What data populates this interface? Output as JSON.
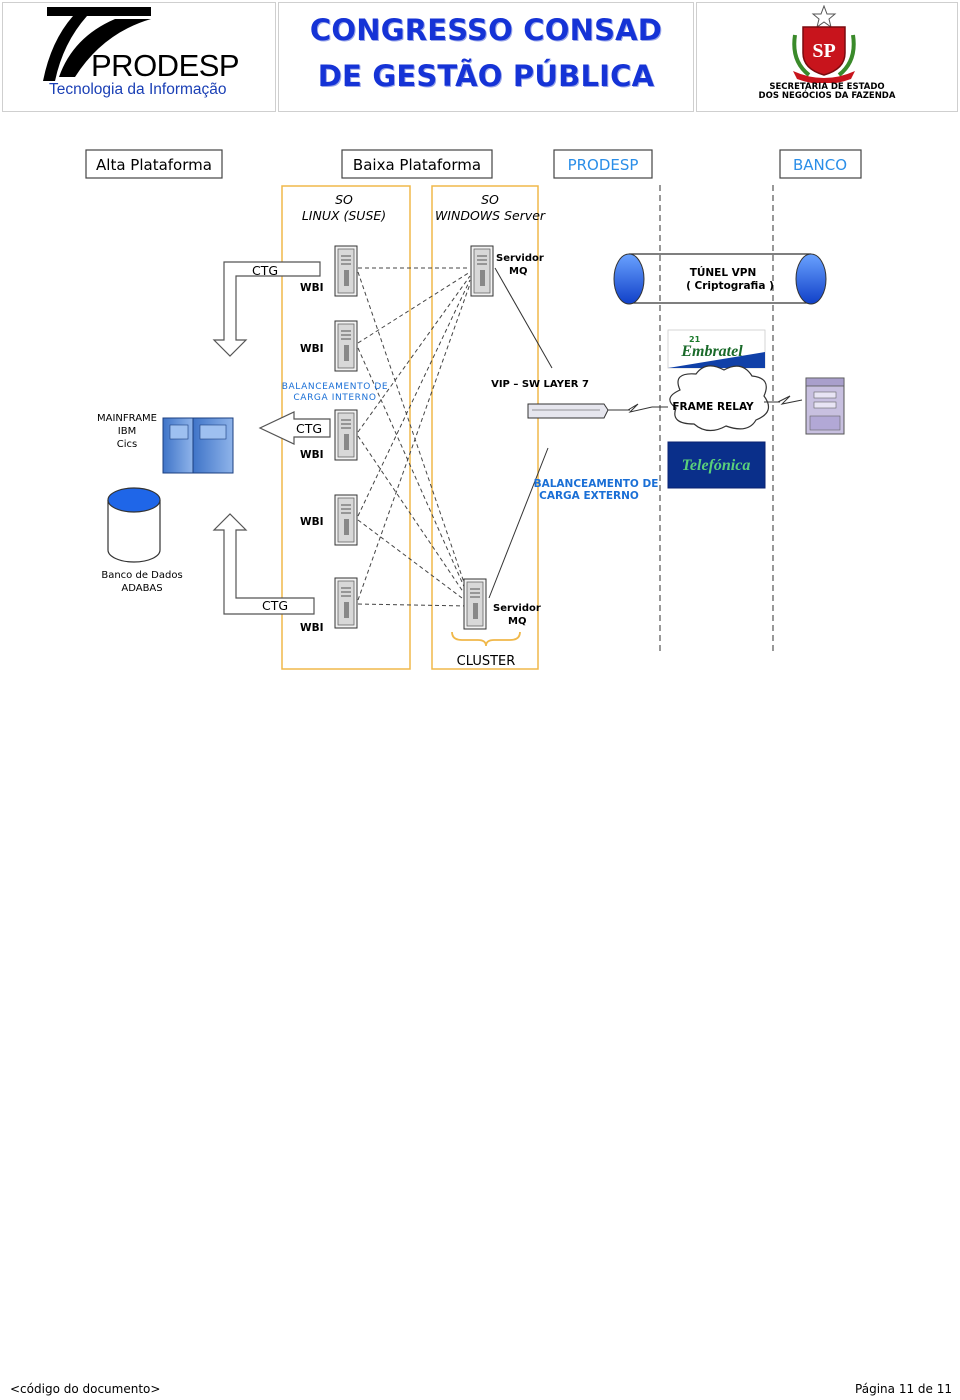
{
  "header": {
    "logo_name": "PRODESP",
    "logo_tagline": "Tecnologia da Informação",
    "title_line1": "CONGRESSO CONSAD",
    "title_line2": "DE GESTÃO PÚBLICA",
    "seal_text": "SP",
    "secretaria_line1": "SECRETARIA DE ESTADO",
    "secretaria_line2": "DOS NEGÓCIOS DA FAZENDA"
  },
  "diagram": {
    "columns": {
      "alta": "Alta Plataforma",
      "baixa": "Baixa Plataforma",
      "prodesp": "PRODESP",
      "banco": "BANCO"
    },
    "so_linux": {
      "line1": "SO",
      "line2": "LINUX (SUSE)"
    },
    "so_windows": {
      "line1": "SO",
      "line2": "WINDOWS Server"
    },
    "ctg": "CTG",
    "wbi": "WBI",
    "servidor_mq": {
      "line1": "Servidor",
      "line2": "MQ"
    },
    "tunel_vpn": {
      "line1": "TÚNEL VPN",
      "line2": "( Criptografia )"
    },
    "embratel": "Embratel",
    "embratel_num": "21",
    "telefonica": "Telefónica",
    "frame_relay": "FRAME RELAY",
    "vip": "VIP – SW LAYER 7",
    "bal_interno": {
      "line1": "BALANCEAMENTO DE",
      "line2": "CARGA  INTERNO"
    },
    "bal_externo": {
      "line1": "BALANCEAMENTO DE",
      "line2": "CARGA EXTERNO"
    },
    "mainframe": {
      "line1": "MAINFRAME",
      "line2": "IBM",
      "line3": "Cics"
    },
    "banco_dados": {
      "line1": "Banco de Dados",
      "line2": "ADABAS"
    },
    "cluster": "CLUSTER"
  },
  "footer": {
    "left": "<código do documento>",
    "right": "Página 11 de 11"
  },
  "colors": {
    "title_blue": "#1533d6",
    "panel_orange": "#f0b84a",
    "cylinder_blue": "#1f66e8",
    "label_blue": "#1a6fd6"
  }
}
